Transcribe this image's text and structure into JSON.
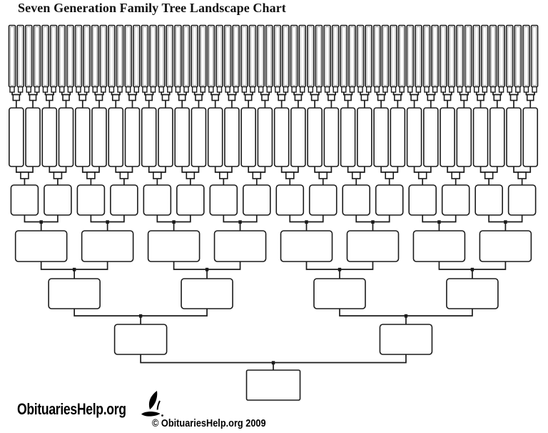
{
  "title": "Seven Generation Family Tree Landscape Chart",
  "footer": {
    "logo_text": "ObituariesHelp.org",
    "copyright": "© ObituariesHelp.org 2009"
  },
  "colors": {
    "line": "#1b1b1b",
    "box_fill": "#ffffff",
    "inner_line": "#b0b0b0",
    "background": "#ffffff"
  },
  "diagram": {
    "type": "family-tree-pedigree-chart",
    "orientation": "landscape",
    "generation_count": 7,
    "boxes_total": 127,
    "all_boxes_empty": true,
    "generations": [
      {
        "generation": 7,
        "count": 64
      },
      {
        "generation": 6,
        "count": 32
      },
      {
        "generation": 5,
        "count": 16
      },
      {
        "generation": 4,
        "count": 8
      },
      {
        "generation": 3,
        "count": 4
      },
      {
        "generation": 2,
        "count": 2
      },
      {
        "generation": 1,
        "count": 1
      }
    ]
  }
}
